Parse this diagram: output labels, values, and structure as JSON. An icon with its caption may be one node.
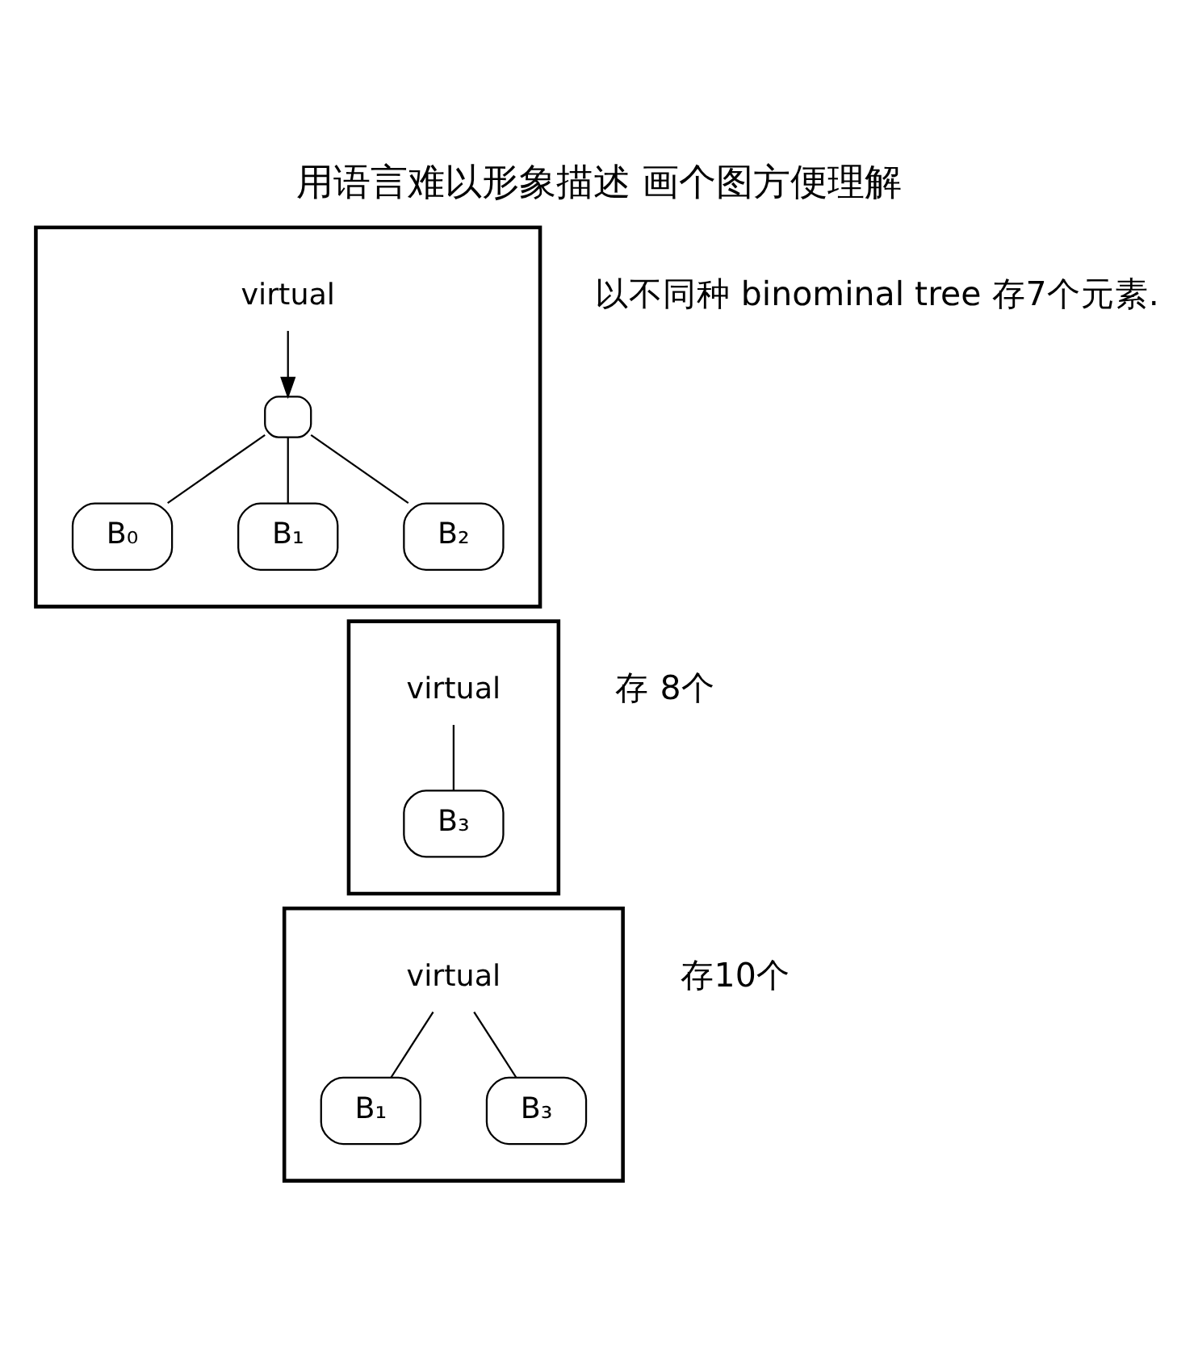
{
  "diagram": {
    "title": "用语言难以形象描述 画个图方便理解",
    "nodes": [
      {
        "text": [],
        "shape": "box"
      },
      {
        "text": [
          "virtual"
        ],
        "in": 0
      },
      {
        "text": [],
        "shape": "box",
        "in": 0
      },
      {
        "text": [
          "B₀"
        ],
        "in": 0
      },
      {
        "text": [
          "B₁"
        ],
        "in": 0
      },
      {
        "text": [
          "B₂"
        ],
        "in": 0
      },
      {
        "text": [],
        "shape": "box"
      },
      {
        "text": [
          "virtual"
        ],
        "in": 6
      },
      {
        "text": [
          "B₃"
        ],
        "in": 6
      },
      {
        "text": [],
        "shape": "box"
      },
      {
        "text": [
          "virtual"
        ],
        "in": 9
      },
      {
        "text": [
          "B₁"
        ],
        "in": 9
      },
      {
        "text": [
          "B₃"
        ],
        "in": 9
      }
    ],
    "edges": [
      {
        "from": 1,
        "to": 2,
        "arrow": "to"
      },
      {
        "from": 2,
        "to": 3,
        "arrow": "none"
      },
      {
        "from": 2,
        "to": 4,
        "arrow": "none"
      },
      {
        "from": 2,
        "to": 5,
        "arrow": "none"
      },
      {
        "from": 7,
        "to": 8,
        "arrow": "none"
      },
      {
        "from": 10,
        "to": 11,
        "arrow": "none"
      },
      {
        "from": 10,
        "to": 12,
        "arrow": "none"
      }
    ],
    "labels": [
      "以不同种 binominal tree 存7个元素.",
      "存 8个",
      "存10个"
    ]
  }
}
